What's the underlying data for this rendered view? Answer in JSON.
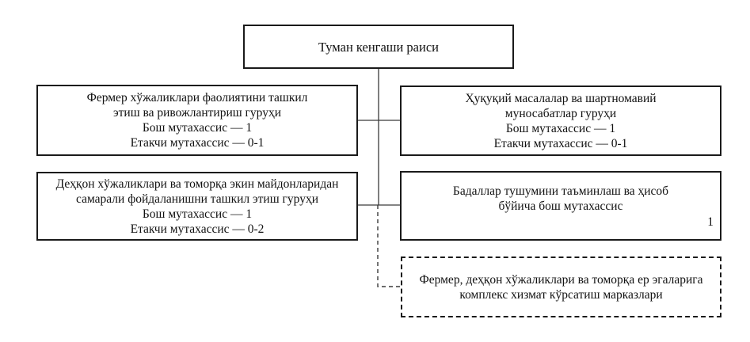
{
  "diagram": {
    "type": "org-chart",
    "root": {
      "title": "Туман кенгаши раиси"
    },
    "left_units": [
      {
        "lines": [
          "Фермер хўжаликлари фаолиятини ташкил",
          "этиш ва ривожлантириш гуруҳи",
          "Бош мутахассис — 1",
          "Етакчи мутахассис — 0-1"
        ]
      },
      {
        "lines": [
          "Деҳқон хўжаликлари ва томорқа экин майдонларидан",
          "самарали фойдаланишни ташкил этиш гуруҳи",
          "Бош мутахассис — 1",
          "Етакчи мутахассис — 0-2"
        ]
      }
    ],
    "right_units": [
      {
        "lines": [
          "Ҳуқуқий масалалар ва шартномавий",
          "муносабатлар гуруҳи",
          "Бош мутахассис — 1",
          "Етакчи мутахассис — 0-1"
        ]
      },
      {
        "lines": [
          "Бадаллар тушумини таъминлаш ва ҳисоб",
          "бўйича бош мутахассис"
        ],
        "count": "1"
      }
    ],
    "dashed_unit": {
      "lines": [
        "Фермер, деҳқон хўжаликлари ва томорқа ер эгаларига",
        "комплекс хизмат кўрсатиш марказлари"
      ]
    },
    "colors": {
      "line": "#1a1a1a",
      "connector": "#3a3a3a",
      "background": "#ffffff"
    }
  }
}
